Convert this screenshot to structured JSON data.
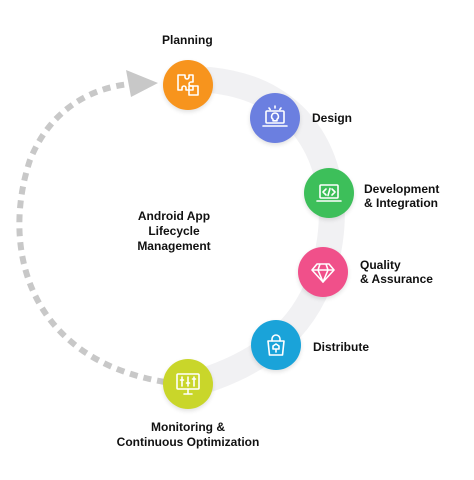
{
  "center_title": [
    "Android App",
    "Lifecycle",
    "Management"
  ],
  "stages": [
    {
      "id": "planning",
      "icon": "puzzle-icon",
      "color": "#f7941d",
      "lines": [
        "Planning"
      ]
    },
    {
      "id": "design",
      "icon": "lightbulb-laptop-icon",
      "color": "#6b7fe0",
      "lines": [
        "Design"
      ]
    },
    {
      "id": "development",
      "icon": "code-laptop-icon",
      "color": "#3dbf5a",
      "lines": [
        "Development",
        "& Integration"
      ]
    },
    {
      "id": "quality",
      "icon": "diamond-icon",
      "color": "#f0508a",
      "lines": [
        "Quality",
        "& Assurance"
      ]
    },
    {
      "id": "distribute",
      "icon": "shopping-bag-icon",
      "color": "#1aa3d9",
      "lines": [
        "Distribute"
      ]
    },
    {
      "id": "monitoring",
      "icon": "monitor-sliders-icon",
      "color": "#c9d62a",
      "lines": [
        "Monitoring &",
        "Continuous Optimization"
      ]
    }
  ]
}
